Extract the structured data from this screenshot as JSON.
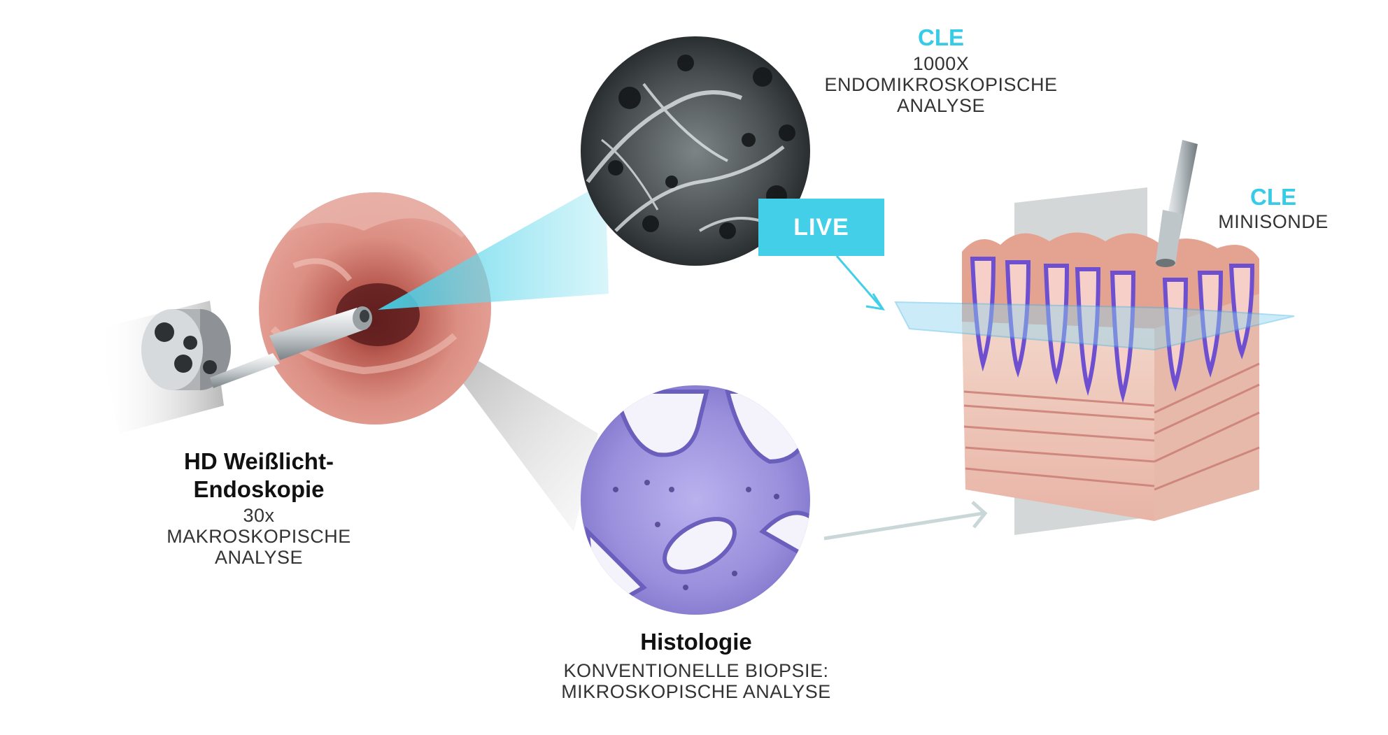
{
  "hd": {
    "title_line1": "HD Weißlicht-",
    "title_line2": "Endoskopie",
    "mag": "30x",
    "desc_line1": "MAKROSKOPISCHE",
    "desc_line2": "ANALYSE"
  },
  "cle_top": {
    "title": "CLE",
    "mag": "1000X",
    "desc_line1": "ENDOMIKROSKOPISCHE",
    "desc_line2": "ANALYSE"
  },
  "live": {
    "label": "LIVE"
  },
  "cle_probe": {
    "title": "CLE",
    "desc": "MINISONDE"
  },
  "histo": {
    "title": "Histologie",
    "desc_line1": "KONVENTIONELLE BIOPSIE:",
    "desc_line2": "MIKROSKOPISCHE ANALYSE"
  },
  "colors": {
    "accent_cyan": "#43cfe7",
    "histology_purple": "#8b7fd4",
    "mucosa_pink": "#d98a80"
  }
}
